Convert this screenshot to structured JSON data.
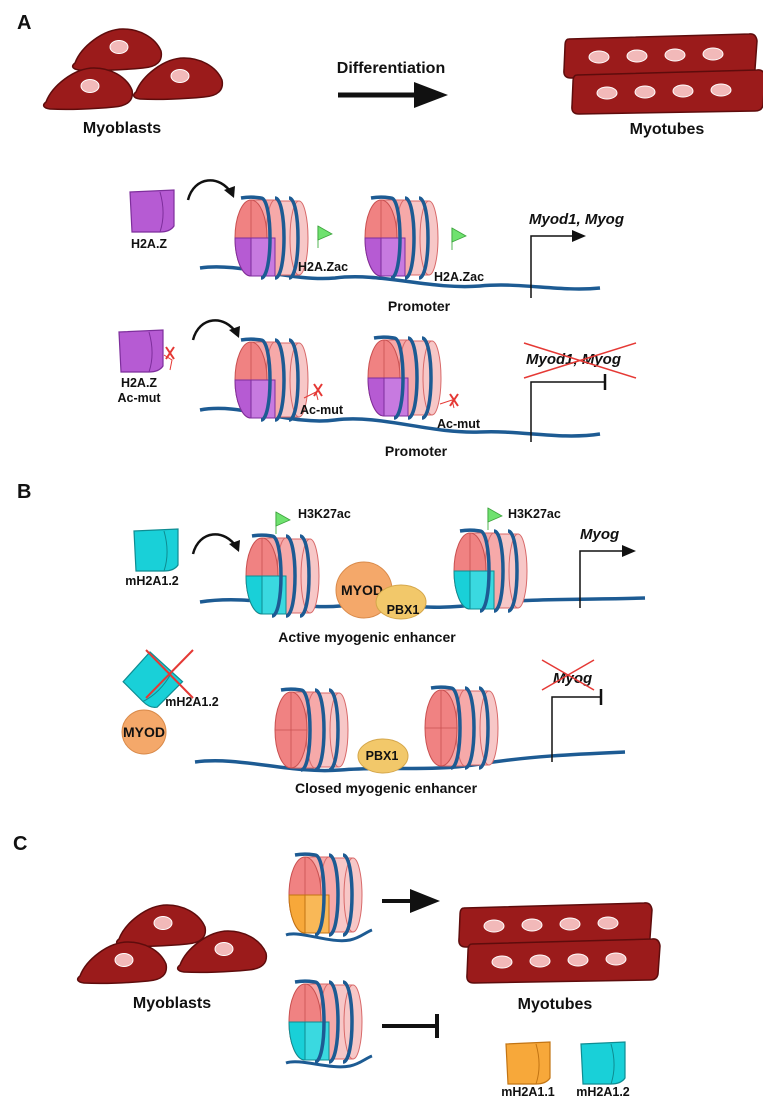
{
  "panels": {
    "a": "A",
    "b": "B",
    "c": "C"
  },
  "colors": {
    "cell_fill": "#9b1b1b",
    "nucleus_fill": "#f2b9b9",
    "histone_pink": "#f08282",
    "h2az_purple": "#b65bd3",
    "macroh2a12_cyan": "#19d0d8",
    "macroh2a11_orange": "#f7a83a",
    "dna_blue": "#1d5b93",
    "myod_orange": "#f4a86a",
    "pbx1_yellow": "#f2c86a",
    "acetyl_flag_green": "#6fe26f",
    "cross_red": "#e53935"
  },
  "icons": [
    "cell-icon",
    "nucleosome-icon",
    "histone-variant-icon",
    "flag-icon",
    "transcription-arrow-icon",
    "repression-bar-icon",
    "cross-icon"
  ],
  "panel_a": {
    "myoblasts": "Myoblasts",
    "differentiation": "Differentiation",
    "myotubes": "Myotubes",
    "row1": {
      "variant": "H2A.Z",
      "mark1": "H2A.Zac",
      "mark2": "H2A.Zac",
      "genes": "Myod1, Myog",
      "region": "Promoter"
    },
    "row2": {
      "variant_line1": "H2A.Z",
      "variant_line2": "Ac-mut",
      "mark1": "Ac-mut",
      "mark2": "Ac-mut",
      "genes": "Myod1, Myog",
      "region": "Promoter"
    }
  },
  "panel_b": {
    "row1": {
      "variant": "mH2A1.2",
      "mark1": "H3K27ac",
      "mark2": "H3K27ac",
      "tf1": "MYOD",
      "tf2": "PBX1",
      "gene": "Myog",
      "region": "Active myogenic enhancer"
    },
    "row2": {
      "variant": "mH2A1.2",
      "tf1": "MYOD",
      "tf2": "PBX1",
      "gene": "Myog",
      "region": "Closed myogenic enhancer"
    }
  },
  "panel_c": {
    "myoblasts": "Myoblasts",
    "myotubes": "Myotubes",
    "legend1": "mH2A1.1",
    "legend2": "mH2A1.2"
  }
}
